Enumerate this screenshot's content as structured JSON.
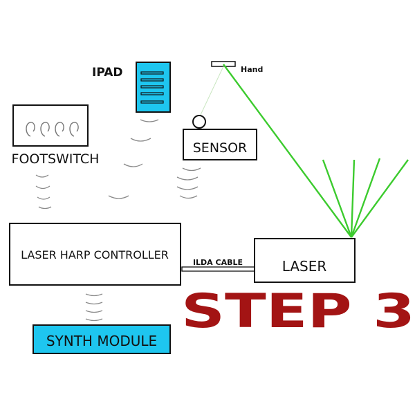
{
  "labels": {
    "ipad": "IPAD",
    "hand": "Hand",
    "footswitch": "FOOTSWITCH",
    "sensor": "SENSOR",
    "controller": "LASER HARP CONTROLLER",
    "ilda_cable": "ILDA CABLE",
    "laser": "LASER",
    "synth_module": "SYNTH MODULE",
    "step": "STEP 3"
  },
  "colors": {
    "ipad_fill": "#1EC6EF",
    "synth_fill": "#1EC6EF",
    "laser_beam": "#3CCB2E",
    "step_text": "#A31414",
    "box_stroke": "#111111",
    "wireless": "#8a8a8a"
  },
  "icons": {
    "wireless": "wireless-arc-icon",
    "footswitch_pedals": "pedal-icon"
  }
}
